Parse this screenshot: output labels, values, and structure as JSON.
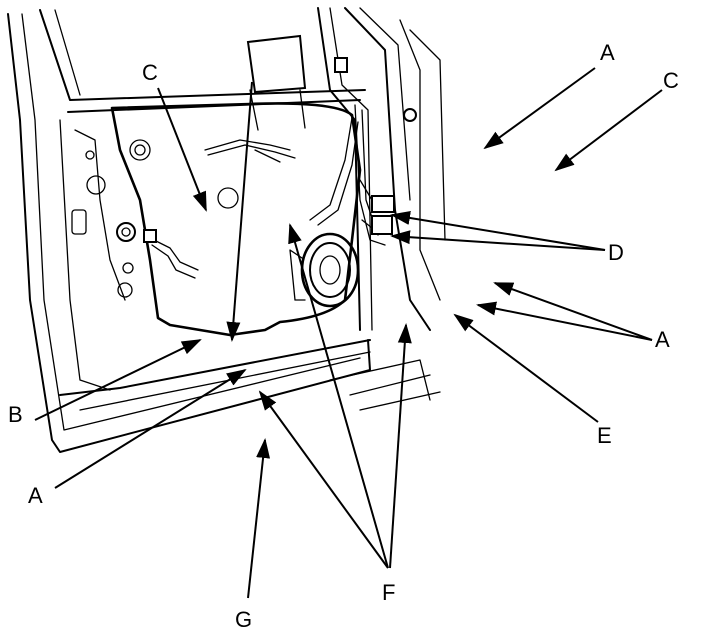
{
  "callouts": {
    "A_top": "A",
    "C_left": "C",
    "C_right": "C",
    "D": "D",
    "A_right": "A",
    "E": "E",
    "B": "B",
    "A_left": "A",
    "F": "F",
    "G": "G"
  }
}
